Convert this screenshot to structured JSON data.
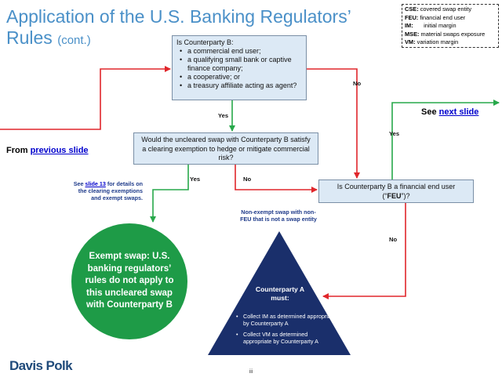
{
  "title": {
    "main": "Application of the U.S. Banking Regulators’ Rules",
    "main_line1": "Application of the U.S. Banking Regulators’",
    "main_line2": "Rules",
    "cont": "(cont.)"
  },
  "legend": [
    {
      "abbr": "CSE:",
      "text": "covered swap entity"
    },
    {
      "abbr": "FEU:",
      "text": "financial end user"
    },
    {
      "abbr": "IM:",
      "text": "initial margin"
    },
    {
      "abbr": "MSE:",
      "text": "material swaps exposure"
    },
    {
      "abbr": "VM:",
      "text": "variation margin"
    }
  ],
  "box1": {
    "heading": "Is Counterparty B:",
    "items": [
      "a commercial end user;",
      "a qualifying small bank or captive finance company;",
      "a cooperative; or",
      "a treasury affiliate acting as agent?"
    ]
  },
  "box2": {
    "text": "Would the uncleared swap with Counterparty B satisfy a clearing exemption to hedge or mitigate commercial risk?"
  },
  "box3": {
    "line1": "Is Counterparty B a financial end user",
    "line2_pre": "(“",
    "line2_bold": "FEU",
    "line2_post": "”)?"
  },
  "labels": {
    "yes1": "Yes",
    "no1": "No",
    "yes2": "Yes",
    "no2": "No",
    "yes3": "Yes",
    "no3": "No"
  },
  "nav": {
    "from_prefix": "From ",
    "from_link": "previous slide",
    "see_prefix": "See ",
    "see_link": "next slide"
  },
  "note": {
    "pre": "See ",
    "link": "slide 13",
    "post": " for details on the clearing exemptions and exempt swaps."
  },
  "nonexempt": "Non-exempt swap with non-FEU that is not a swap entity",
  "exempt_circle": "Exempt swap: U.S. banking regulators’ rules do not apply to this uncleared swap with Counterparty B",
  "triangle": {
    "heading": "Counterparty A must:",
    "items": [
      "Collect IM as determined appropriate by Counterparty A",
      "Collect VM as determined appropriate by Counterparty A"
    ]
  },
  "colors": {
    "title": "#4a90c8",
    "red_arrow": "#e0262b",
    "green_arrow": "#27a84a",
    "box_fill": "#dce9f5",
    "circle": "#1e9b47",
    "triangle": "#1a2f6b"
  },
  "footer": {
    "logo": "Davis Polk",
    "page": "iii"
  }
}
